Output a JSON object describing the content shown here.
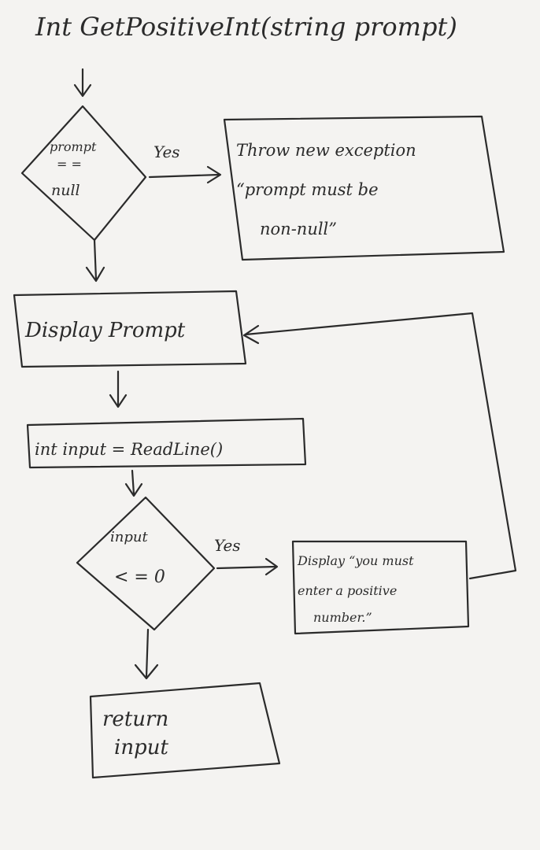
{
  "title": "Int GetPositiveInt(string prompt)",
  "decision_null": {
    "line1": "prompt",
    "line2": "= =",
    "line3": "null"
  },
  "yes_label_1": "Yes",
  "throw_box": {
    "line1": "Throw new exception",
    "line2": "“prompt must be",
    "line3": "non-null”"
  },
  "display_prompt": "Display Prompt",
  "read_line": "int input = ReadLine()",
  "decision_input": {
    "line1": "input",
    "line2": "< = 0"
  },
  "yes_label_2": "Yes",
  "error_box": {
    "line1": "Display “you must",
    "line2": "enter a positive",
    "line3": "number.”"
  },
  "return_box": {
    "line1": "return",
    "line2": "input"
  }
}
